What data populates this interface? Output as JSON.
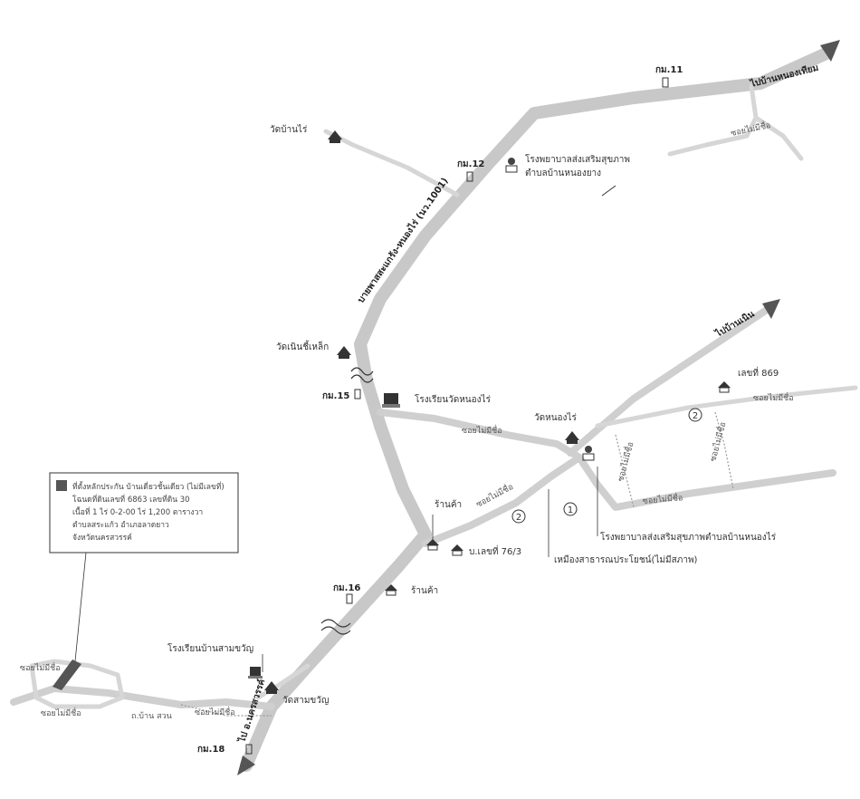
{
  "colors": {
    "road": "#c8c8c8",
    "ink": "#333333",
    "land": "#555555"
  },
  "roads": {
    "to_ban_nong_thiam": "ไปบ้านหนองเทียม",
    "to_ban_noen": "ไปบ้านเนิน",
    "main_route": "บายพาสสะแกรัง-หนองไร่ (นว.1001)",
    "no_name": "ซอยไม่มีชื่อ",
    "no_name_2": "ซอยไม่มีชื่อ",
    "no_name_3": "ซอยไม่มีชื่อ",
    "no_name_4": "ซอยไม่มีชื่อ",
    "no_name_5": "ซอยไม่มีชื่อ",
    "no_name_6": "ซอยไม่มีชื่อ",
    "no_name_7": "ซอยไม่มีชื่อ",
    "no_name_8": "ซอยไม่มีชื่อ",
    "no_name_9": "ซอยไม่มีชื่อ",
    "no_name_10": "ซอยไม่มีชื่อ",
    "to_nakhon_sawan": "ไป อ.นครสวรรค์",
    "small_road": "ถ.บ้าน สวน"
  },
  "km_markers": {
    "km11": "กม.11",
    "km12": "กม.12",
    "km15": "กม.15",
    "km16": "กม.16",
    "km18": "กม.18"
  },
  "places": {
    "wat_ban_rai": "วัดบ้านไร่",
    "hospital_top_1": "โรงพยาบาลส่งเสริมสุขภาพ",
    "hospital_top_2": "ตำบลบ้านหนองยาง",
    "wat_noen": "วัดเนินชี้เหล็ก",
    "school_wat_nong_rai": "โรงเรียนวัดหนองไร่",
    "wat_nong_rai": "วัดหนองไร่",
    "house_no_869": "เลขที่ 869",
    "shop_1": "ร้านค้า",
    "house_76_3": "บ.เลขที่ 76/3",
    "shop_2": "ร้านค้า",
    "school_ban_sam_khwan": "โรงเรียนบ้านสามขวัญ",
    "wat_sam_khwan": "วัดสามขวัญ",
    "hospital_nong_rai": "โรงพยาบาลส่งเสริมสุขภาพตำบลบ้านหนองไร่",
    "public_well": "เหมืองสาธารณประโยชน์(ไม่มีสภาพ)"
  },
  "markers": {
    "m1": "1",
    "m2": "2",
    "m3": "2"
  },
  "legend": {
    "line1": "ที่ตั้งหลักประกัน บ้านเดี่ยวชั้นเดียว (ไม่มีเลขที่)",
    "line2": "โฉนดที่ดินเลขที่ 6863 เลขที่ดิน 30",
    "line3": "เนื้อที่ 1 ไร่ 0-2-00 ไร่ 1,200 ตารางวา",
    "line4": "ตำบลสระแก้ว อำเภอลาดยาว",
    "line5": "จังหวัดนครสวรรค์"
  }
}
